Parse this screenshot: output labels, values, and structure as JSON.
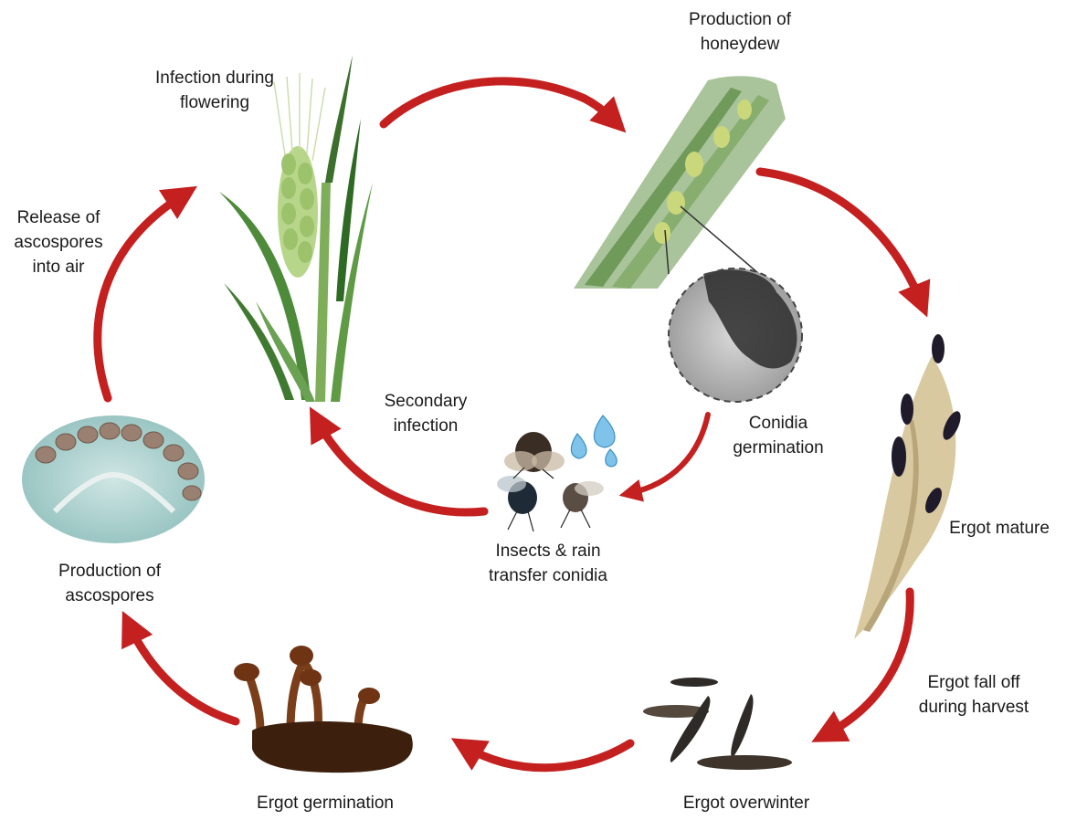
{
  "labels": {
    "infection_flowering": [
      "Infection during",
      "flowering"
    ],
    "honeydew": [
      "Production of",
      "honeydew"
    ],
    "release_ascospores": [
      "Release of",
      "ascospores",
      "into air"
    ],
    "secondary_infection": [
      "Secondary",
      "infection"
    ],
    "conidia_germination": [
      "Conidia",
      "germination"
    ],
    "insects_rain": [
      "Insects & rain",
      "transfer conidia"
    ],
    "ergot_mature": "Ergot mature",
    "production_ascospores": [
      "Production of",
      "ascospores"
    ],
    "ergot_fall_off": [
      "Ergot fall off",
      "during harvest"
    ],
    "ergot_germination": "Ergot germination",
    "ergot_overwinter": "Ergot overwinter"
  },
  "colors": {
    "arrow": "#c42020",
    "text": "#1a1a1a"
  },
  "icons": [
    "wheat-plant-icon",
    "honeydew-spike-icon",
    "conidia-micrograph-icon",
    "insects-icon",
    "raindrops-icon",
    "ergot-spike-icon",
    "ergot-sclerotia-icon",
    "ergot-germination-icon",
    "ascospore-perithecium-icon"
  ]
}
